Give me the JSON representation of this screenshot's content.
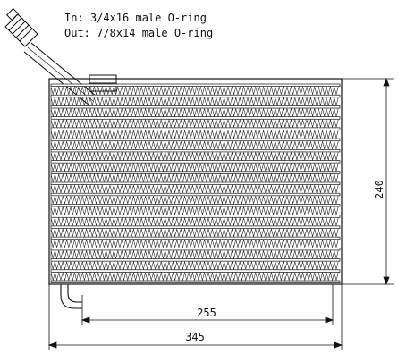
{
  "notes": {
    "line1": "In: 3/4x16    male O-ring",
    "line2": "Out: 7/8x14   male O-ring"
  },
  "dimensions": {
    "height": "240",
    "inner_width": "255",
    "outer_width": "345"
  },
  "colors": {
    "line": "#111111",
    "background": "#ffffff"
  }
}
